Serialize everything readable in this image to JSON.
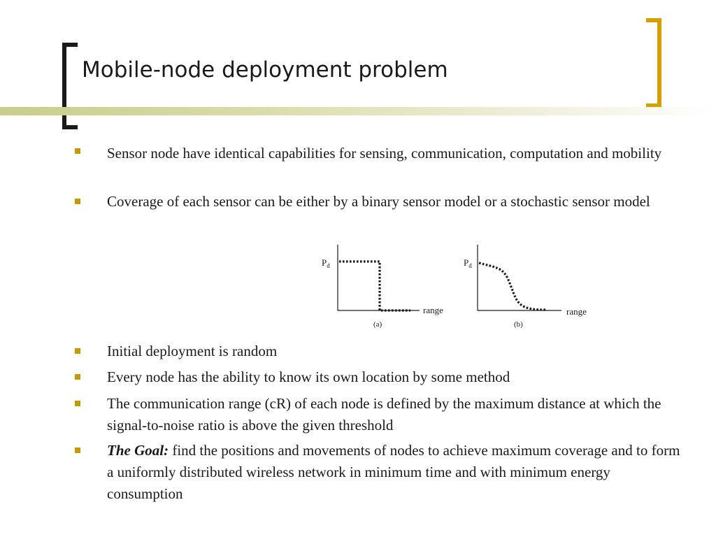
{
  "slide": {
    "title": "Mobile-node deployment problem",
    "bullets": [
      "Sensor  node have identical capabilities for sensing, communication, computation and mobility",
      "Coverage of each sensor can be either by a binary sensor model or a stochastic sensor model",
      "Initial deployment is random",
      "Every node has the ability to know its own location by some method",
      "The communication range (cR) of each node is defined by the maximum distance at which the signal-to-noise ratio is above the given threshold"
    ],
    "goal": {
      "lead": "The Goal:",
      "text": " find the positions and movements of nodes to achieve maximum coverage and to form a uniformly distributed wireless network in minimum time and with minimum energy consumption"
    }
  },
  "figure": {
    "panel_a": {
      "y_label": "P",
      "y_label_sub": "d",
      "x_label": "range",
      "caption": "(a)"
    },
    "panel_b": {
      "y_label": "P",
      "y_label_sub": "d",
      "x_label": "range",
      "caption": "(b)"
    }
  },
  "colors": {
    "bullet": "#c49a00",
    "left_bracket": "#1a1a1a",
    "right_bracket": "#d4a000",
    "accent_bar": "#c8cd8a"
  }
}
